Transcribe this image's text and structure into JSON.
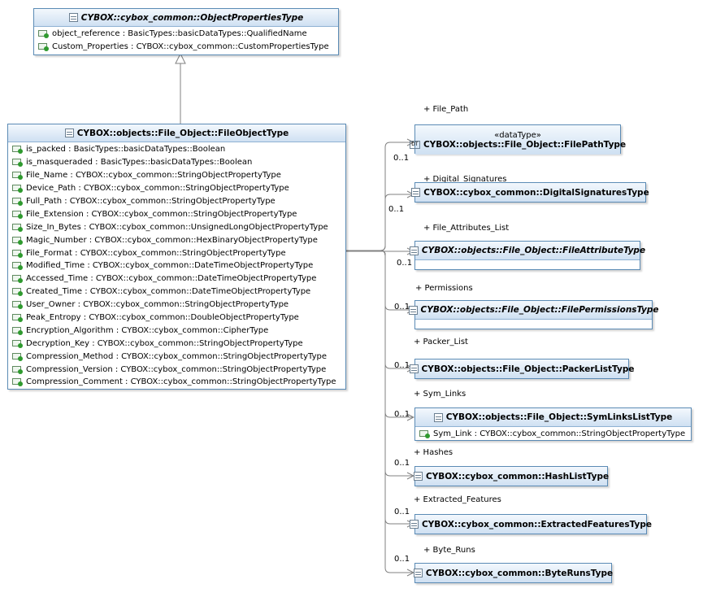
{
  "parent_class": {
    "name": "CYBOX::cybox_common::ObjectPropertiesType",
    "abstract": true,
    "attributes": [
      "object_reference : BasicTypes::basicDataTypes::QualifiedName",
      "Custom_Properties : CYBOX::cybox_common::CustomPropertiesType"
    ]
  },
  "main_class": {
    "name": "CYBOX::objects::File_Object::FileObjectType",
    "attributes": [
      "is_packed : BasicTypes::basicDataTypes::Boolean",
      "is_masqueraded : BasicTypes::basicDataTypes::Boolean",
      "File_Name : CYBOX::cybox_common::StringObjectPropertyType",
      "Device_Path : CYBOX::cybox_common::StringObjectPropertyType",
      "Full_Path : CYBOX::cybox_common::StringObjectPropertyType",
      "File_Extension : CYBOX::cybox_common::StringObjectPropertyType",
      "Size_In_Bytes : CYBOX::cybox_common::UnsignedLongObjectPropertyType",
      "Magic_Number : CYBOX::cybox_common::HexBinaryObjectPropertyType",
      "File_Format : CYBOX::cybox_common::StringObjectPropertyType",
      "Modified_Time : CYBOX::cybox_common::DateTimeObjectPropertyType",
      "Accessed_Time : CYBOX::cybox_common::DateTimeObjectPropertyType",
      "Created_Time : CYBOX::cybox_common::DateTimeObjectPropertyType",
      "User_Owner : CYBOX::cybox_common::StringObjectPropertyType",
      "Peak_Entropy : CYBOX::cybox_common::DoubleObjectPropertyType",
      "Encryption_Algorithm : CYBOX::cybox_common::CipherType",
      "Decryption_Key : CYBOX::cybox_common::StringObjectPropertyType",
      "Compression_Method : CYBOX::cybox_common::StringObjectPropertyType",
      "Compression_Version : CYBOX::cybox_common::StringObjectPropertyType",
      "Compression_Comment : CYBOX::cybox_common::StringObjectPropertyType"
    ]
  },
  "associations": [
    {
      "role": "+ File_Path",
      "multiplicity": "0..1",
      "target": "CYBOX::objects::File_Object::FilePathType",
      "stereotype": "«dataType»",
      "abstract": false
    },
    {
      "role": "+ Digital_Signatures",
      "multiplicity": "0..1",
      "target": "CYBOX::cybox_common::DigitalSignaturesType",
      "abstract": false
    },
    {
      "role": "+ File_Attributes_List",
      "multiplicity": "0..1",
      "target": "CYBOX::objects::File_Object::FileAttributeType",
      "abstract": true
    },
    {
      "role": "+ Permissions",
      "multiplicity": "0..1",
      "target": "CYBOX::objects::File_Object::FilePermissionsType",
      "abstract": true
    },
    {
      "role": "+ Packer_List",
      "multiplicity": "0..1",
      "target": "CYBOX::objects::File_Object::PackerListType",
      "abstract": false
    },
    {
      "role": "+ Sym_Links",
      "multiplicity": "0..1",
      "target": "CYBOX::objects::File_Object::SymLinksListType",
      "abstract": false,
      "attributes": [
        "Sym_Link : CYBOX::cybox_common::StringObjectPropertyType"
      ]
    },
    {
      "role": "+ Hashes",
      "multiplicity": "0..1",
      "target": "CYBOX::cybox_common::HashListType",
      "abstract": false
    },
    {
      "role": "+ Extracted_Features",
      "multiplicity": "0..1",
      "target": "CYBOX::cybox_common::ExtractedFeaturesType",
      "abstract": false
    },
    {
      "role": "+ Byte_Runs",
      "multiplicity": "0..1",
      "target": "CYBOX::cybox_common::ByteRunsType",
      "abstract": false
    }
  ]
}
